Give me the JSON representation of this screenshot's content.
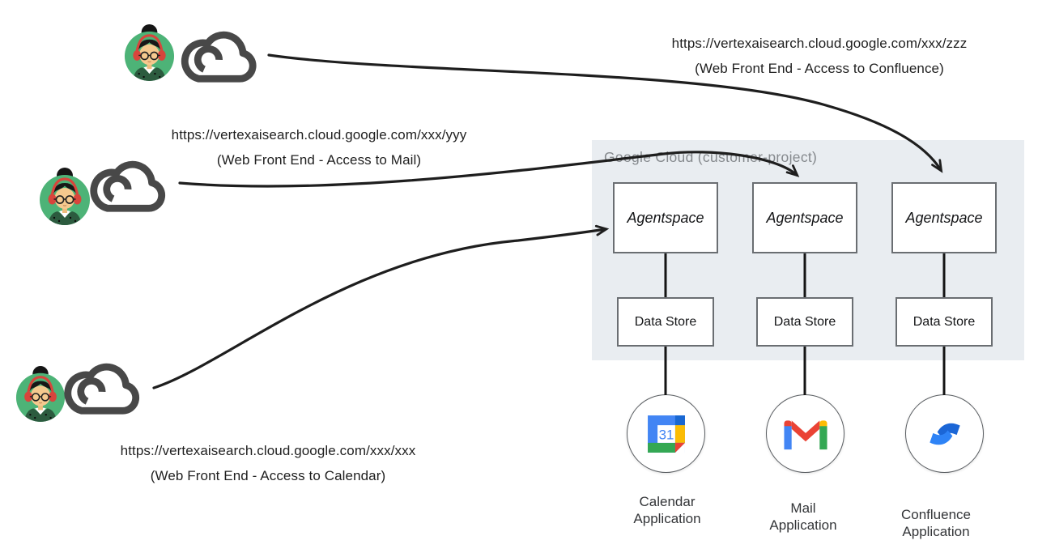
{
  "users": [
    {
      "position": "top",
      "url": "https://vertexaisearch.cloud.google.com/xxx/zzz",
      "caption": "(Web Front End - Access to Confluence)"
    },
    {
      "position": "middle",
      "url": "https://vertexaisearch.cloud.google.com/xxx/yyy",
      "caption": "(Web Front End - Access to Mail)"
    },
    {
      "position": "bottom",
      "url": "https://vertexaisearch.cloud.google.com/xxx/xxx",
      "caption": "(Web Front End - Access to Calendar)"
    }
  ],
  "cloud_region": {
    "label": "Google Cloud (customer-project)"
  },
  "columns": [
    {
      "agent_label": "Agentspace",
      "datastore_label": "Data Store",
      "app_name": "Calendar",
      "app_type": "Application",
      "icon": "google-calendar-icon"
    },
    {
      "agent_label": "Agentspace",
      "datastore_label": "Data Store",
      "app_name": "Mail",
      "app_type": "Application",
      "icon": "gmail-icon"
    },
    {
      "agent_label": "Agentspace",
      "datastore_label": "Data Store",
      "app_name": "Confluence",
      "app_type": "Application",
      "icon": "confluence-icon"
    }
  ],
  "icons": {
    "calendar_day": "31"
  },
  "colors": {
    "region_fill": "#e9edf1",
    "region_label": "#85898d",
    "node_border": "#6a6e72",
    "arrow": "#1e1e1e",
    "avatar_bg": "#4db377",
    "headphones": "#d8453c",
    "cloud_outline": "#484848",
    "google_blue": "#4285f4",
    "google_dark_blue": "#1967d2",
    "google_red": "#ea4335",
    "google_yellow": "#fbbc04",
    "google_green": "#34a853",
    "confluence_blue_dark": "#1b66d6",
    "confluence_blue": "#2e83f6"
  }
}
